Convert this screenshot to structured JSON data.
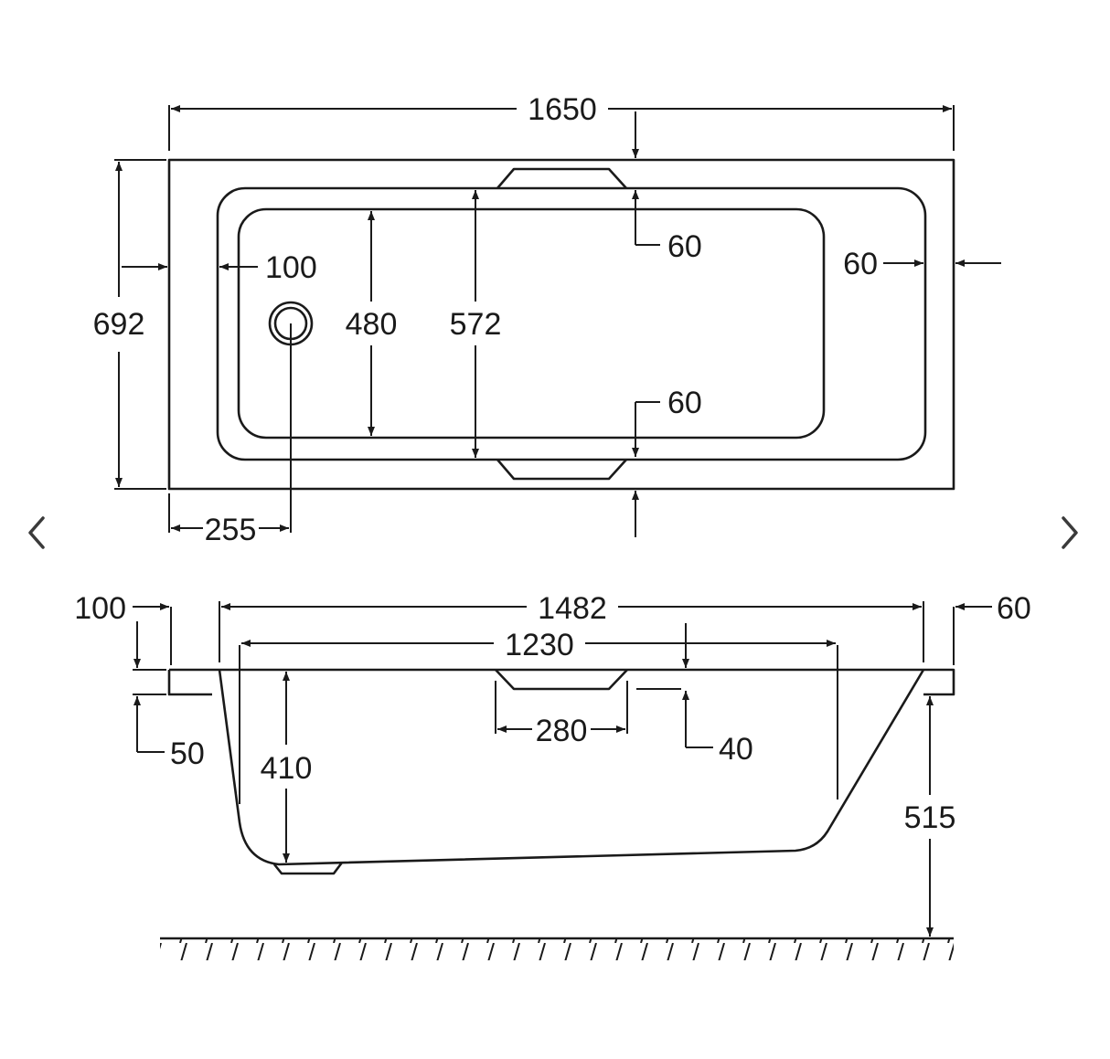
{
  "colors": {
    "line": "#1a1a1a",
    "background": "#ffffff",
    "nav": "#3a3a3a"
  },
  "navigation": {
    "prev_icon": "chevron-left-icon",
    "next_icon": "chevron-right-icon"
  },
  "plan_view": {
    "overall_length": "1650",
    "overall_width": "692",
    "left_rim": "100",
    "right_rim": "60",
    "top_rim": "60",
    "bottom_rim": "60",
    "inner_width": "480",
    "inner_width_top": "572",
    "waste_offset": "255"
  },
  "side_view": {
    "left_rim": "100",
    "right_rim": "60",
    "top_length": "1482",
    "bottom_length": "1230",
    "rim_thickness": "50",
    "depth": "410",
    "armrest_width": "280",
    "armrest_depth": "40",
    "height": "515"
  }
}
